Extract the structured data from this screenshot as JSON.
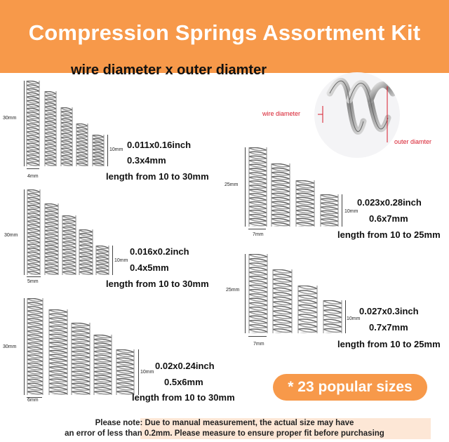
{
  "header": {
    "title": "Compression Springs Assortment Kit",
    "subtitle": "wire diameter x outer diamter"
  },
  "diagram": {
    "wire_label": "wire diameter",
    "outer_label": "outer diamter"
  },
  "groups": [
    {
      "imperial": "0.011x0.16inch",
      "metric": "0.3x4mm",
      "length": "length from 10 to 30mm",
      "height_label": "30mm",
      "width_label": "4mm",
      "short_label": "10mm"
    },
    {
      "imperial": "0.016x0.2inch",
      "metric": "0.4x5mm",
      "length": "length from 10 to 30mm",
      "height_label": "30mm",
      "width_label": "5mm",
      "short_label": "10mm"
    },
    {
      "imperial": "0.02x0.24inch",
      "metric": "0.5x6mm",
      "length": "length from 10 to 30mm",
      "height_label": "30mm",
      "width_label": "6mm",
      "short_label": "10mm"
    },
    {
      "imperial": "0.023x0.28inch",
      "metric": "0.6x7mm",
      "length": "length from 10 to 25mm",
      "height_label": "25mm",
      "width_label": "7mm",
      "short_label": "10mm"
    },
    {
      "imperial": "0.027x0.3inch",
      "metric": "0.7x7mm",
      "length": "length from 10 to 25mm",
      "height_label": "25mm",
      "width_label": "7mm",
      "short_label": "10mm"
    }
  ],
  "badge": "* 23 popular sizes",
  "note": {
    "line1": "Please note: Due to manual measurement, the actual size may have",
    "line2": "an error of less than 0.2mm.  Please measure to ensure proper fit before purchasing"
  },
  "colors": {
    "accent": "#f7994a",
    "callout": "#d71a2a"
  }
}
